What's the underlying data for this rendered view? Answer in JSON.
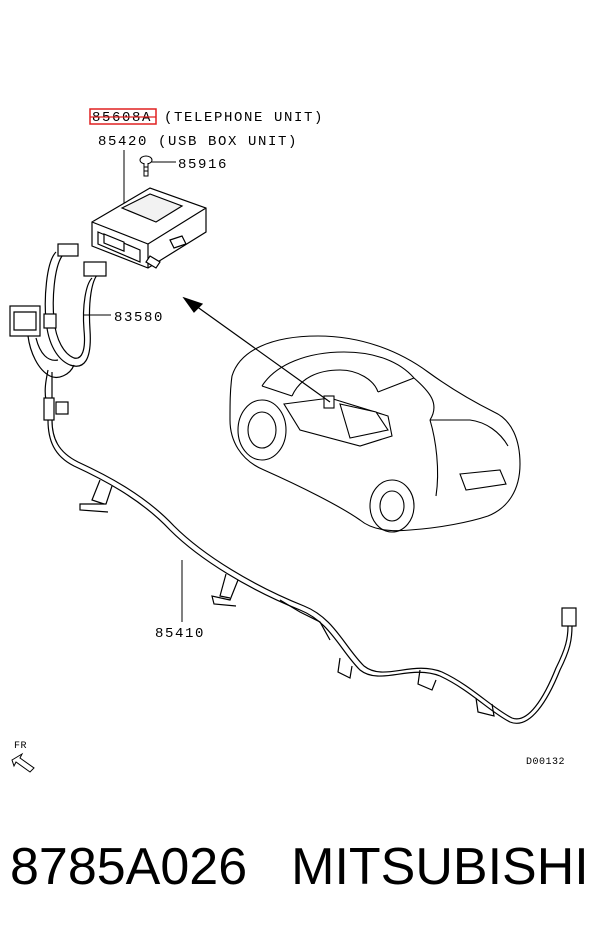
{
  "labels": {
    "telephone_part_no": "85608A",
    "telephone_desc": "(TELEPHONE UNIT)",
    "usb_part_no": "85420",
    "usb_desc": "(USB BOX UNIT)",
    "bolt": "85916",
    "harness_upper": "83580",
    "harness_lower": "85410",
    "front": "FR",
    "diagram_id": "D00132"
  },
  "caption": {
    "part_number": "8785A026",
    "brand": "MITSUBISHI"
  },
  "colors": {
    "highlight": "#e02020",
    "line": "#000000"
  }
}
